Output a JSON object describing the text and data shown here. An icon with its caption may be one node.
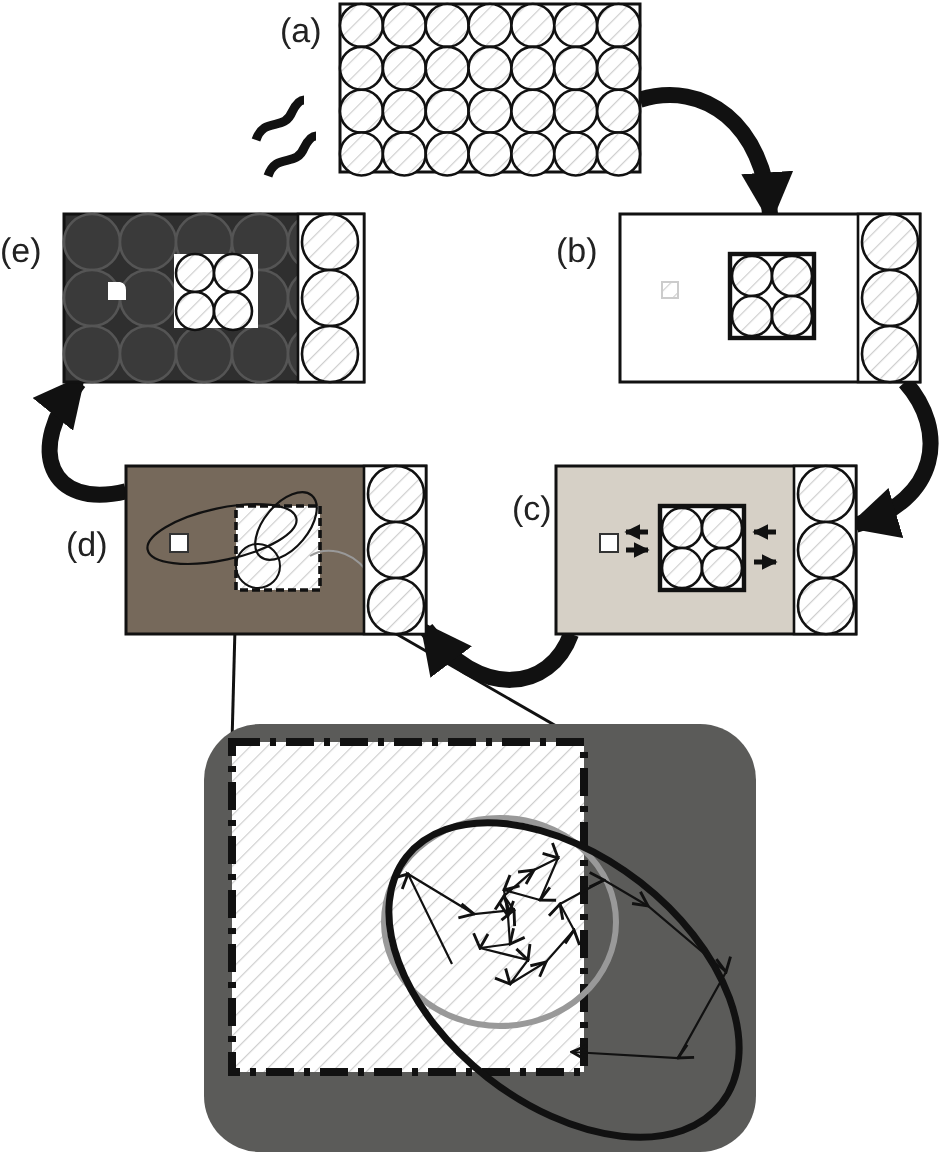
{
  "diagram": {
    "nodes": [
      {
        "text": [
          "(a)"
        ]
      },
      {
        "text": [
          "(b)"
        ]
      },
      {
        "text": [
          "(c)"
        ]
      },
      {
        "text": [
          "(d)"
        ]
      },
      {
        "text": [
          "(e)"
        ]
      }
    ],
    "edges": [
      {
        "from": 0,
        "to": 1,
        "arrow": "to"
      },
      {
        "from": 1,
        "to": 2,
        "arrow": "to"
      },
      {
        "from": 2,
        "to": 3,
        "arrow": "to"
      },
      {
        "from": 3,
        "to": 4,
        "arrow": "to"
      }
    ]
  }
}
